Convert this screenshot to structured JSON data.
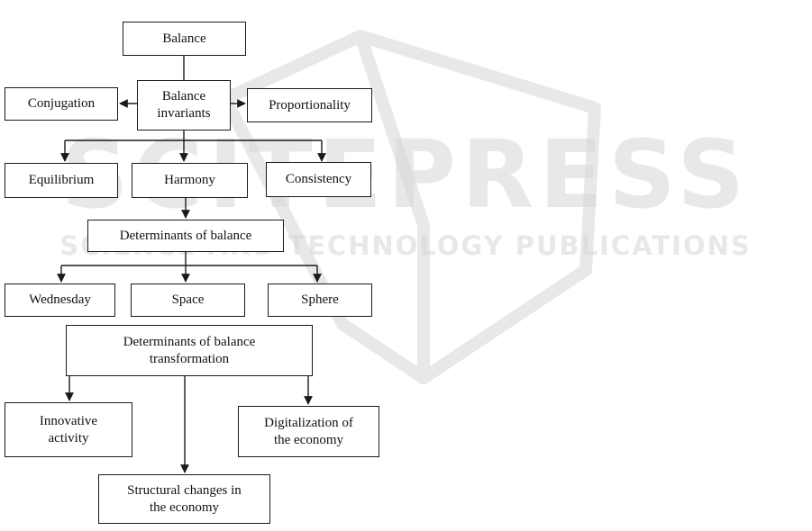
{
  "nodes": {
    "balance": {
      "lines": [
        "Balance"
      ]
    },
    "balance_invariants": {
      "lines": [
        "Balance",
        "invariants"
      ]
    },
    "conjugation": {
      "lines": [
        "Conjugation"
      ]
    },
    "proportionality": {
      "lines": [
        "Proportionality"
      ]
    },
    "equilibrium": {
      "lines": [
        "Equilibrium"
      ]
    },
    "harmony": {
      "lines": [
        "Harmony"
      ]
    },
    "consistency": {
      "lines": [
        "Consistency"
      ]
    },
    "determinants_of_balance": {
      "lines": [
        "Determinants of balance"
      ]
    },
    "wednesday": {
      "lines": [
        "Wednesday"
      ]
    },
    "space": {
      "lines": [
        "Space"
      ]
    },
    "sphere": {
      "lines": [
        "Sphere"
      ]
    },
    "determinants_of_balance_transformation": {
      "lines": [
        "Determinants of balance",
        "transformation"
      ]
    },
    "innovative_activity": {
      "lines": [
        "Innovative",
        "activity"
      ]
    },
    "digitalization_of_the_economy": {
      "lines": [
        "Digitalization of",
        "the economy"
      ]
    },
    "structural_changes_in_the_economy": {
      "lines": [
        "Structural changes in",
        "the economy"
      ]
    }
  },
  "watermark": {
    "word": "SCITEPRESS",
    "tagline": "SCIENCE AND TECHNOLOGY PUBLICATIONS",
    "color": "#cfcfcf"
  },
  "colors": {
    "stroke": "#1a1a1a",
    "background": "#ffffff"
  }
}
